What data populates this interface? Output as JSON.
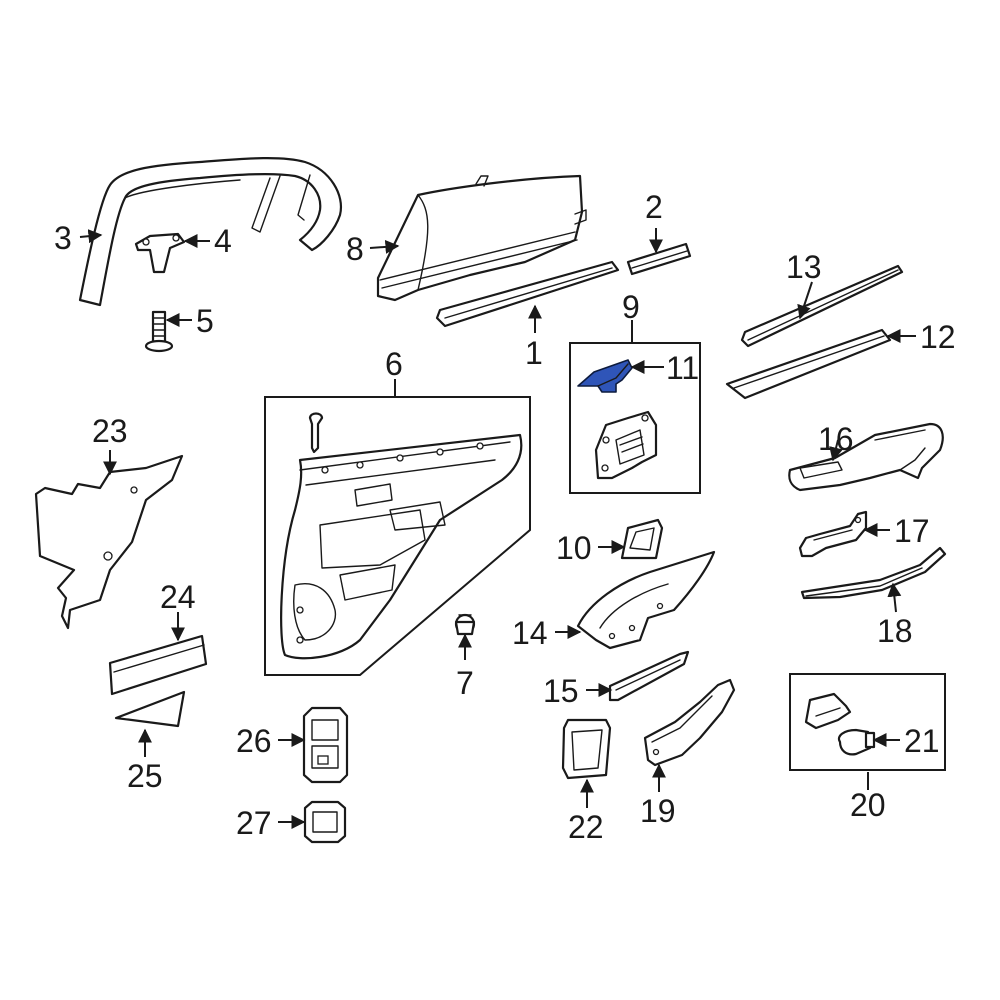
{
  "highlight_color": "#2f55b8",
  "callouts": [
    {
      "id": "c1",
      "label": "1"
    },
    {
      "id": "c2",
      "label": "2"
    },
    {
      "id": "c3",
      "label": "3"
    },
    {
      "id": "c4",
      "label": "4"
    },
    {
      "id": "c5",
      "label": "5"
    },
    {
      "id": "c6",
      "label": "6"
    },
    {
      "id": "c7",
      "label": "7"
    },
    {
      "id": "c8",
      "label": "8"
    },
    {
      "id": "c9",
      "label": "9"
    },
    {
      "id": "c10",
      "label": "10"
    },
    {
      "id": "c11",
      "label": "11",
      "highlighted": true
    },
    {
      "id": "c12",
      "label": "12"
    },
    {
      "id": "c13",
      "label": "13"
    },
    {
      "id": "c14",
      "label": "14"
    },
    {
      "id": "c15",
      "label": "15"
    },
    {
      "id": "c16",
      "label": "16"
    },
    {
      "id": "c17",
      "label": "17"
    },
    {
      "id": "c18",
      "label": "18"
    },
    {
      "id": "c19",
      "label": "19"
    },
    {
      "id": "c20",
      "label": "20"
    },
    {
      "id": "c21",
      "label": "21"
    },
    {
      "id": "c22",
      "label": "22"
    },
    {
      "id": "c23",
      "label": "23"
    },
    {
      "id": "c24",
      "label": "24"
    },
    {
      "id": "c25",
      "label": "25"
    },
    {
      "id": "c26",
      "label": "26"
    },
    {
      "id": "c27",
      "label": "27"
    }
  ]
}
